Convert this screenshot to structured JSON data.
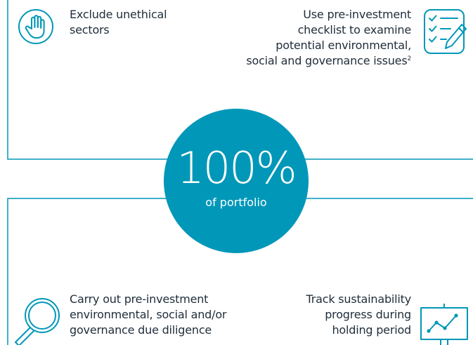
{
  "items": {
    "top_left": {
      "lines": [
        "Exclude unethical",
        "sectors"
      ]
    },
    "top_right": {
      "lines": [
        "Use pre-investment",
        "checklist to examine",
        "potential environmental,",
        "social and governance issues"
      ],
      "superscript": "2"
    },
    "bottom_left": {
      "lines": [
        "Carry out pre-investment",
        "environmental, social and/or",
        "governance due diligence"
      ]
    },
    "bottom_right": {
      "lines": [
        "Track sustainability",
        "progress during",
        "holding period"
      ]
    }
  },
  "center": {
    "value": "100%",
    "caption": "of portfolio"
  },
  "colors": {
    "accent": "#0097b8",
    "text": "#1f2d3a",
    "white": "#ffffff"
  },
  "icons": [
    "hand-stop-icon",
    "checklist-pencil-icon",
    "magnifier-icon",
    "trend-chart-icon"
  ]
}
